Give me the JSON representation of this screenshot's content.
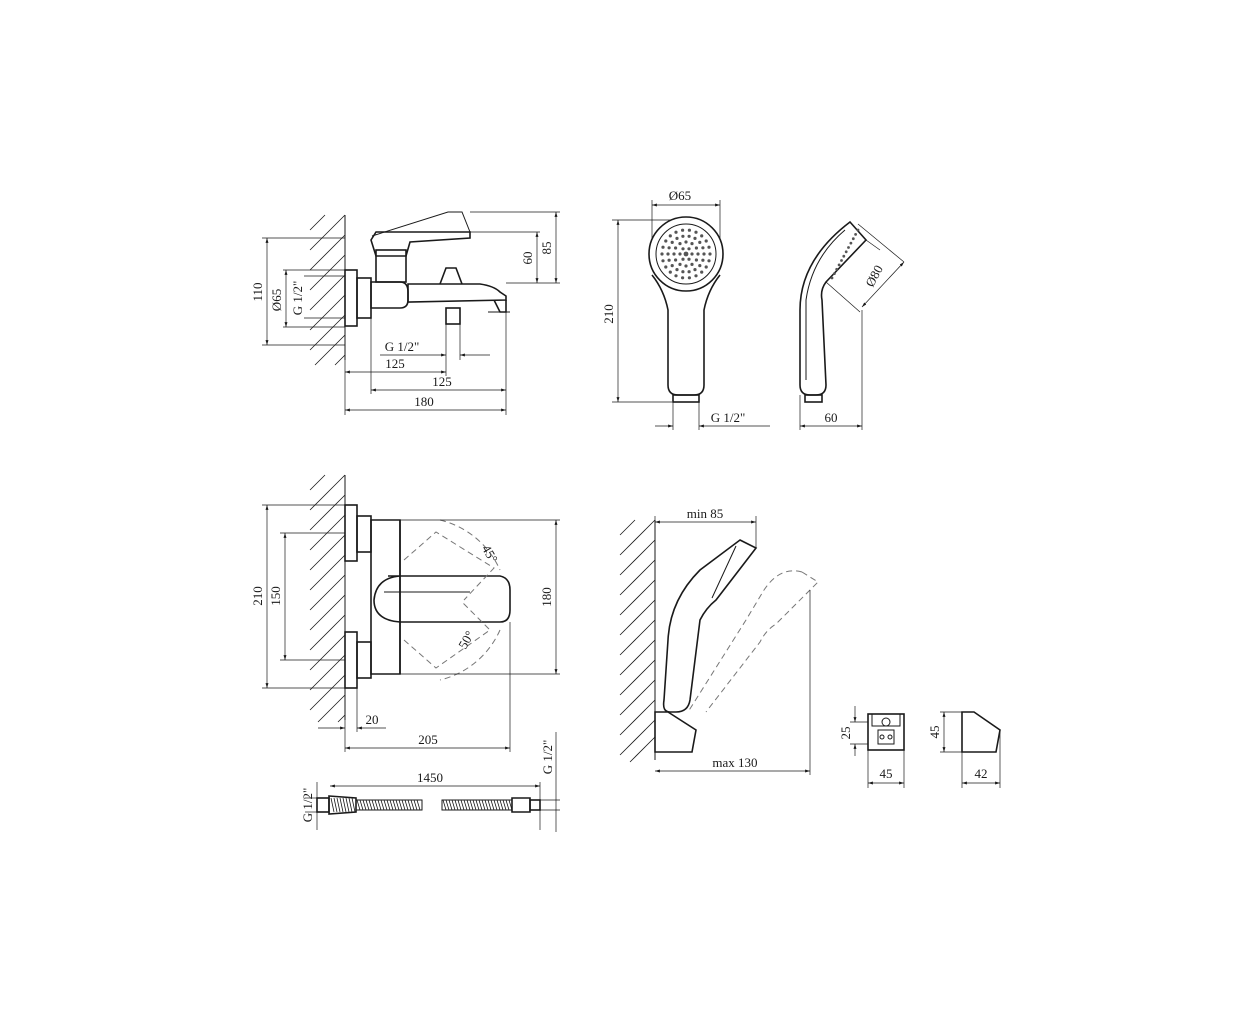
{
  "mixer_side": {
    "h_110": "110",
    "d_65": "Ø65",
    "thread": "G 1/2\"",
    "h_60": "60",
    "h_85": "85",
    "bottom_thread": "G 1/2\"",
    "w_125a": "125",
    "w_125b": "125",
    "w_180": "180"
  },
  "hand_shower_front": {
    "d_65": "Ø65",
    "h_210": "210",
    "thread": "G 1/2\""
  },
  "hand_shower_side": {
    "d_80": "Ø80",
    "w_60": "60"
  },
  "mixer_top": {
    "h_210": "210",
    "h_150": "150",
    "h_180": "180",
    "angle_45": "45°",
    "angle_50": "50°",
    "w_20": "20",
    "w_205": "205"
  },
  "holder_install": {
    "min_85": "min 85",
    "max_130": "max 130"
  },
  "hose": {
    "length": "1450",
    "thread_left": "G 1/2\"",
    "thread_right": "G 1/2\""
  },
  "holder_front": {
    "h_25": "25",
    "w_45": "45"
  },
  "holder_side": {
    "h_45": "45",
    "w_42": "42"
  }
}
